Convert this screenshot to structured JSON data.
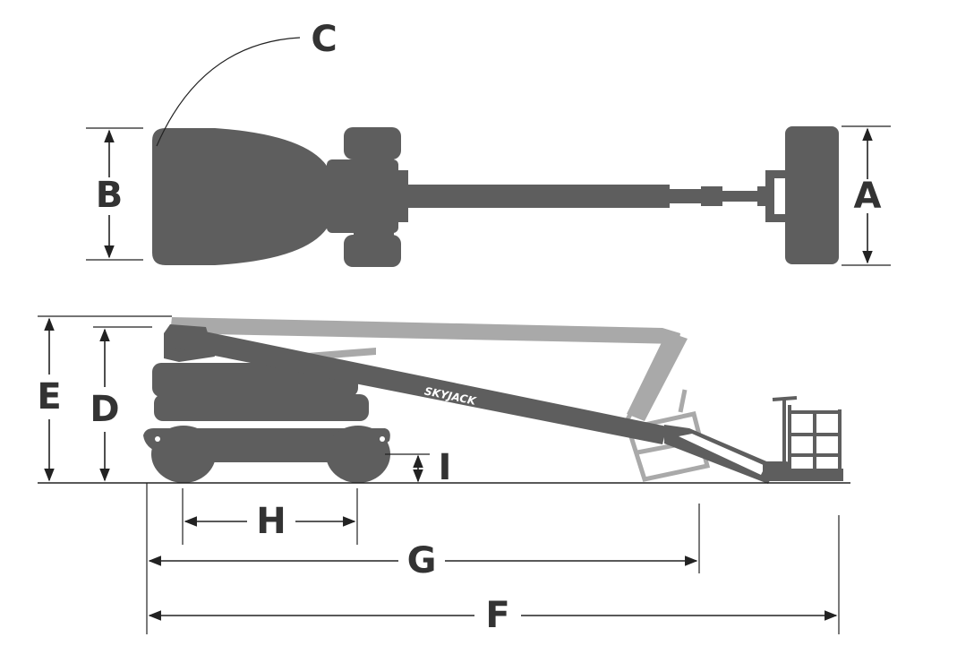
{
  "labels": {
    "a": "A",
    "b": "B",
    "c": "C",
    "d": "D",
    "e": "E",
    "f": "F",
    "g": "G",
    "h": "H",
    "i": "I"
  },
  "brand": "SKYJACK",
  "colors": {
    "machine": "#5e5e5e",
    "stowed_ghost": "#a9a9a9",
    "dimension_lines": "#222222",
    "label_text": "#333333"
  }
}
